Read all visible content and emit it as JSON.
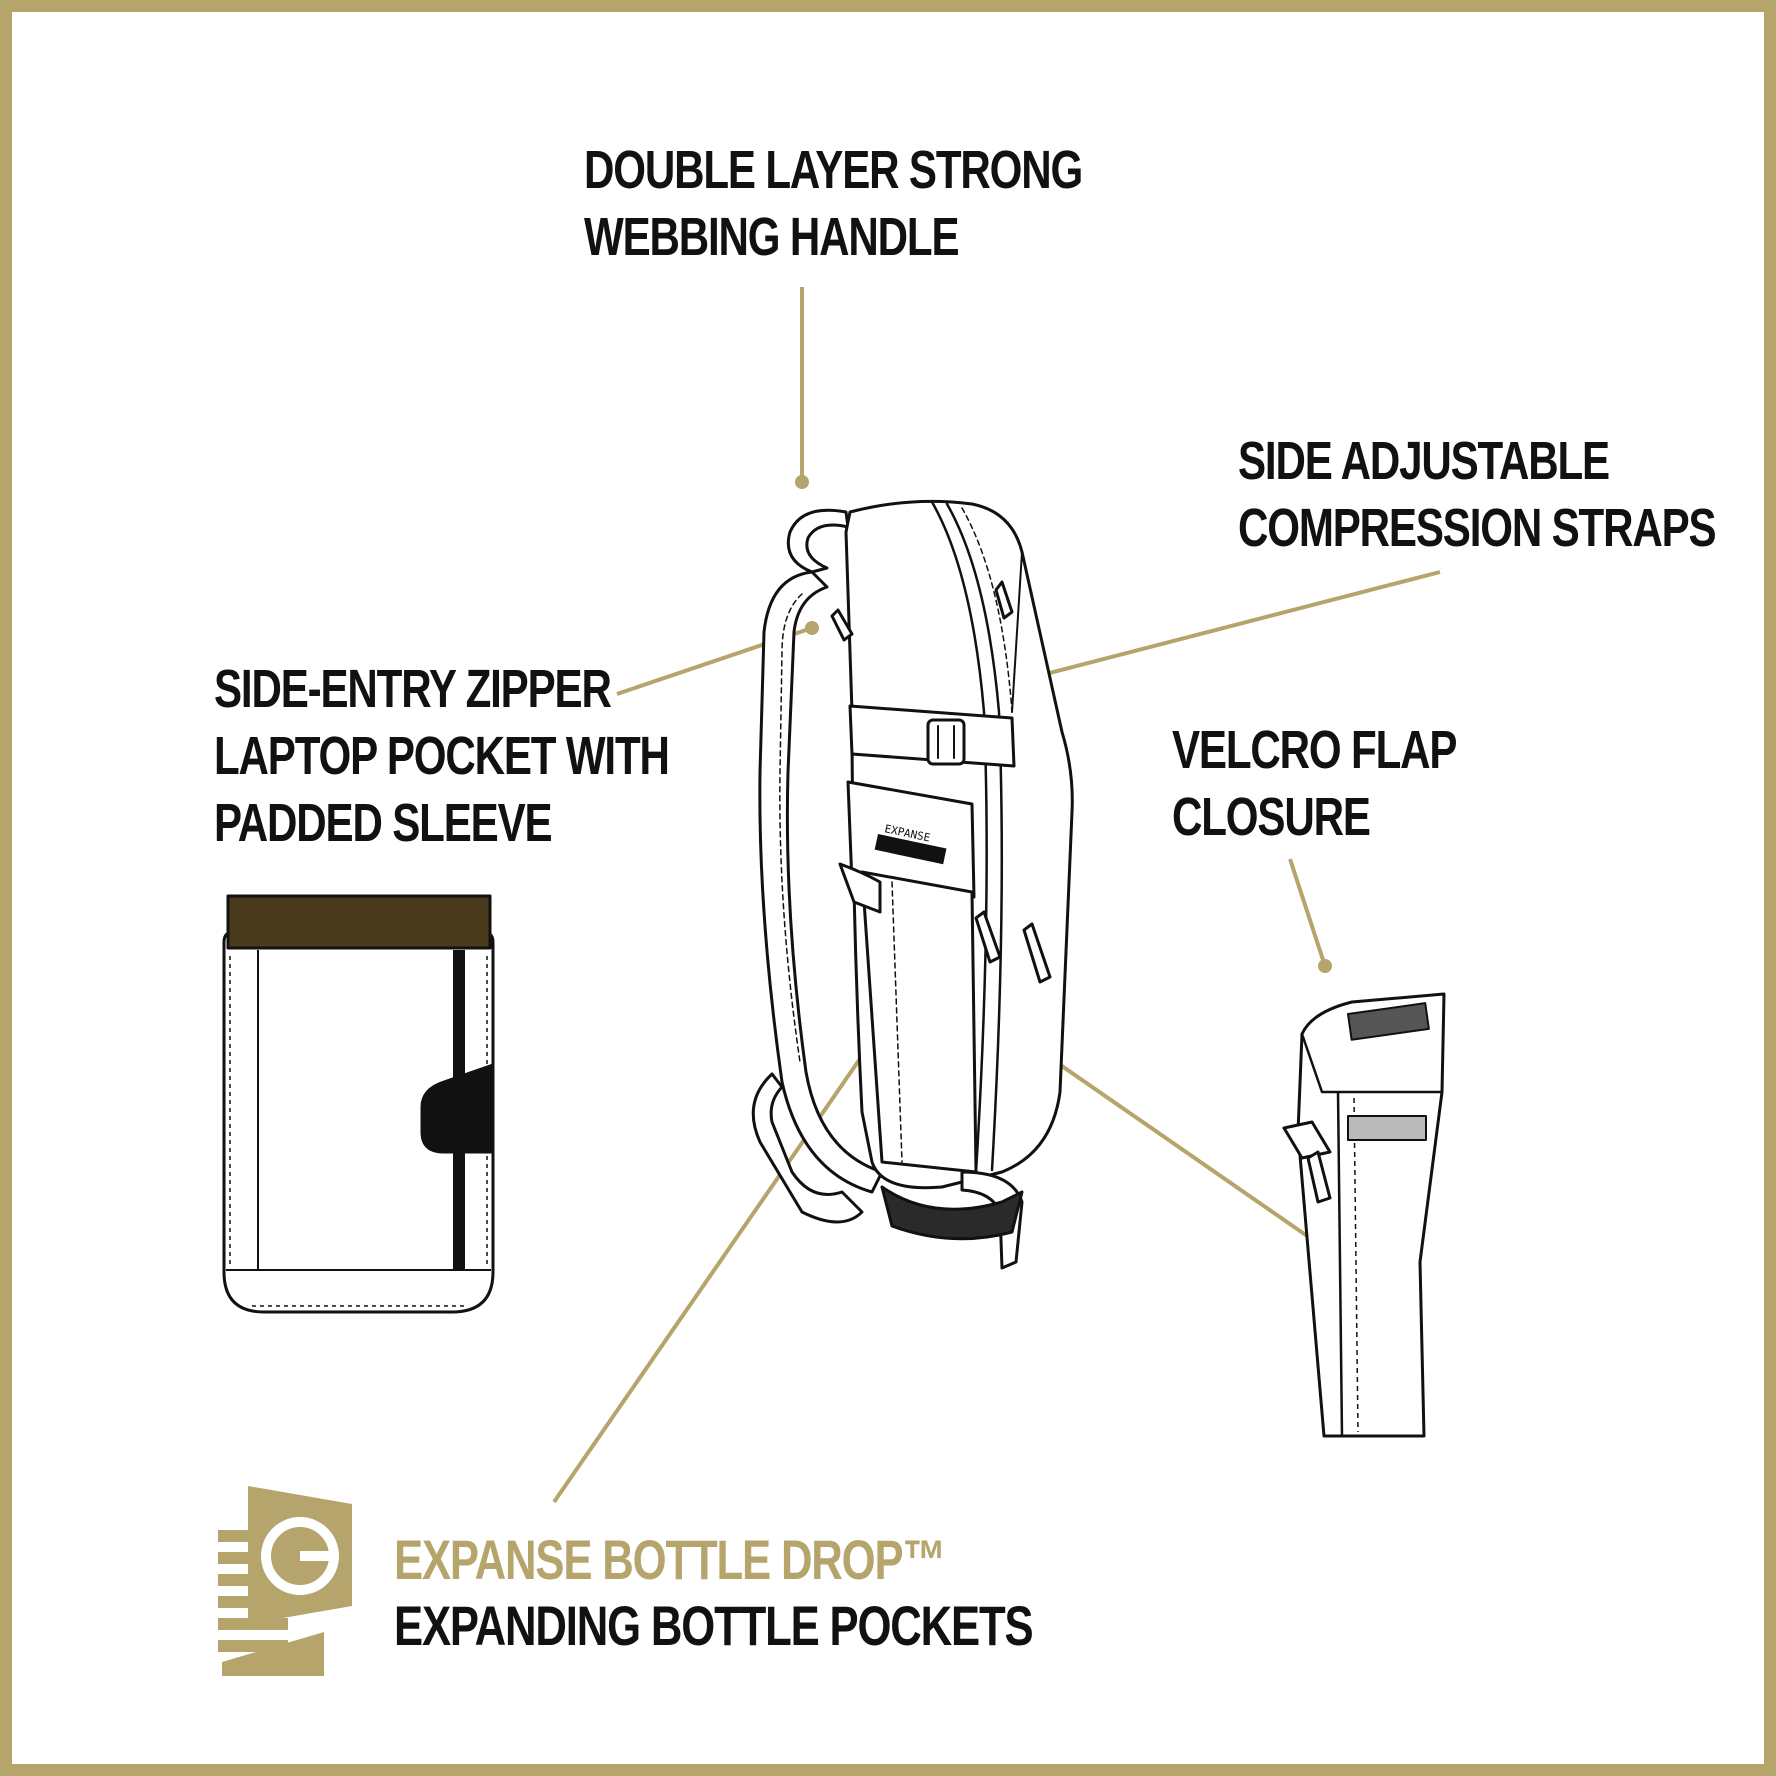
{
  "colors": {
    "accent_gold": "#b5a46b",
    "ink": "#111111",
    "dark_brown": "#4a3a1c",
    "background": "#ffffff"
  },
  "callouts": {
    "handle": {
      "line1": "DOUBLE LAYER STRONG",
      "line2": "WEBBING HANDLE"
    },
    "straps": {
      "line1": "SIDE ADJUSTABLE",
      "line2": "COMPRESSION STRAPS"
    },
    "laptop": {
      "line1": "SIDE-ENTRY ZIPPER",
      "line2": "LAPTOP POCKET WITH",
      "line3": "PADDED SLEEVE"
    },
    "velcro": {
      "line1": "VELCRO FLAP",
      "line2": "CLOSURE"
    }
  },
  "brand": {
    "logo_icon": "expanse-g-badge-icon",
    "logo_letter": "G",
    "title": "EXPANSE BOTTLE DROP™",
    "subtitle": "EXPANDING BOTTLE POCKETS"
  },
  "bag_patch_text": "EXPANSE"
}
